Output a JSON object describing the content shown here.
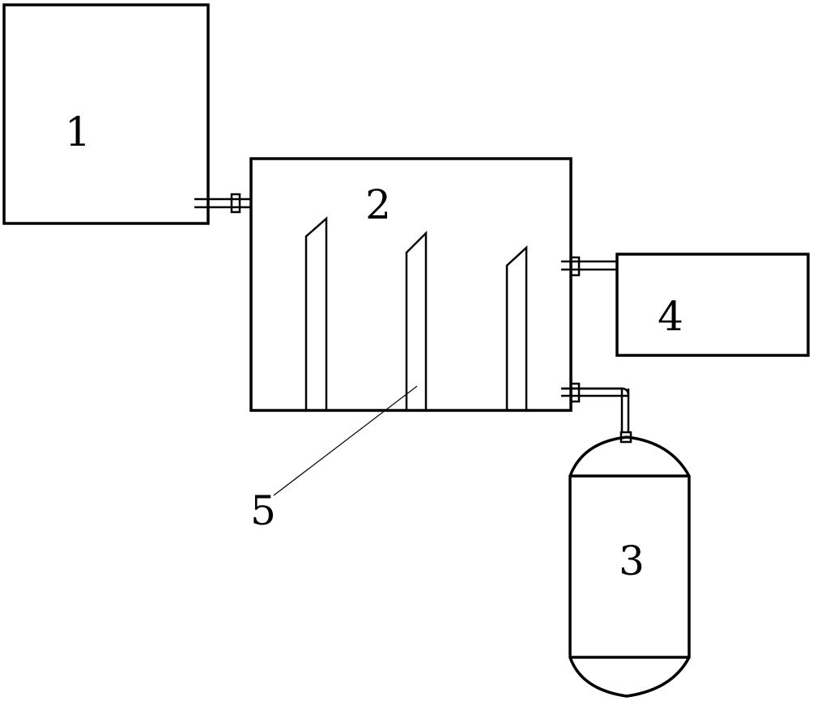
{
  "labels": {
    "unit_1": "1",
    "unit_2": "2",
    "unit_3": "3",
    "unit_4": "4",
    "unit_5": "5"
  },
  "colors": {
    "line": "#000000",
    "background": "#ffffff"
  }
}
